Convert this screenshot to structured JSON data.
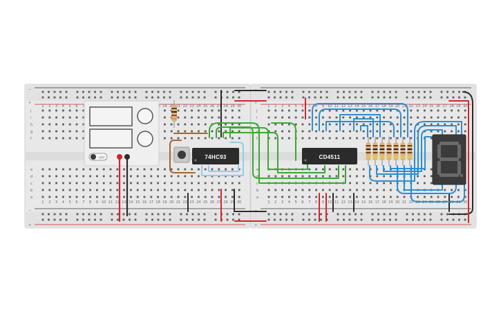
{
  "circuit": {
    "chips": [
      {
        "name": "counter-chip",
        "label": "74HC93"
      },
      {
        "name": "decoder-chip",
        "label": "CD4511"
      }
    ],
    "power_supply": {
      "switch_label": "OFF"
    },
    "breadboards": {
      "left": {
        "column_numbers": [
          "1",
          "2",
          "3",
          "4",
          "5",
          "6",
          "7",
          "8",
          "9",
          "10",
          "11",
          "12",
          "13",
          "14",
          "15",
          "16",
          "17",
          "18",
          "19",
          "20",
          "21",
          "22",
          "23",
          "24",
          "25",
          "26",
          "27",
          "28",
          "29",
          "30"
        ],
        "row_letters_top": [
          "j",
          "i",
          "h",
          "g",
          "f"
        ],
        "row_letters_bottom": [
          "e",
          "d",
          "c",
          "b",
          "a"
        ]
      },
      "right": {
        "column_numbers": [
          "1",
          "2",
          "3",
          "4",
          "5",
          "6",
          "7",
          "8",
          "9",
          "10",
          "11",
          "12",
          "13",
          "14",
          "15",
          "16",
          "17",
          "18",
          "19",
          "20",
          "21",
          "22",
          "23",
          "24",
          "25",
          "26",
          "27",
          "28",
          "29",
          "30"
        ],
        "row_letters_top": [
          "j",
          "i",
          "h",
          "g",
          "f"
        ],
        "row_letters_bottom": [
          "e",
          "d",
          "c",
          "b",
          "a"
        ]
      },
      "rail_minus": "−",
      "rail_plus": "+"
    },
    "display": {
      "type": "seven-segment",
      "digit_shown": "8"
    },
    "colors": {
      "wire_green": "#3aa832",
      "wire_blue": "#2a8fd4",
      "wire_lightblue": "#8fcfe8",
      "wire_red": "#d8232a",
      "wire_black": "#2b2b2b",
      "wire_brown": "#a5682f",
      "board": "#e9e9e9",
      "chip": "#2b2b2b",
      "display_segment": "#6a6a6a"
    }
  }
}
